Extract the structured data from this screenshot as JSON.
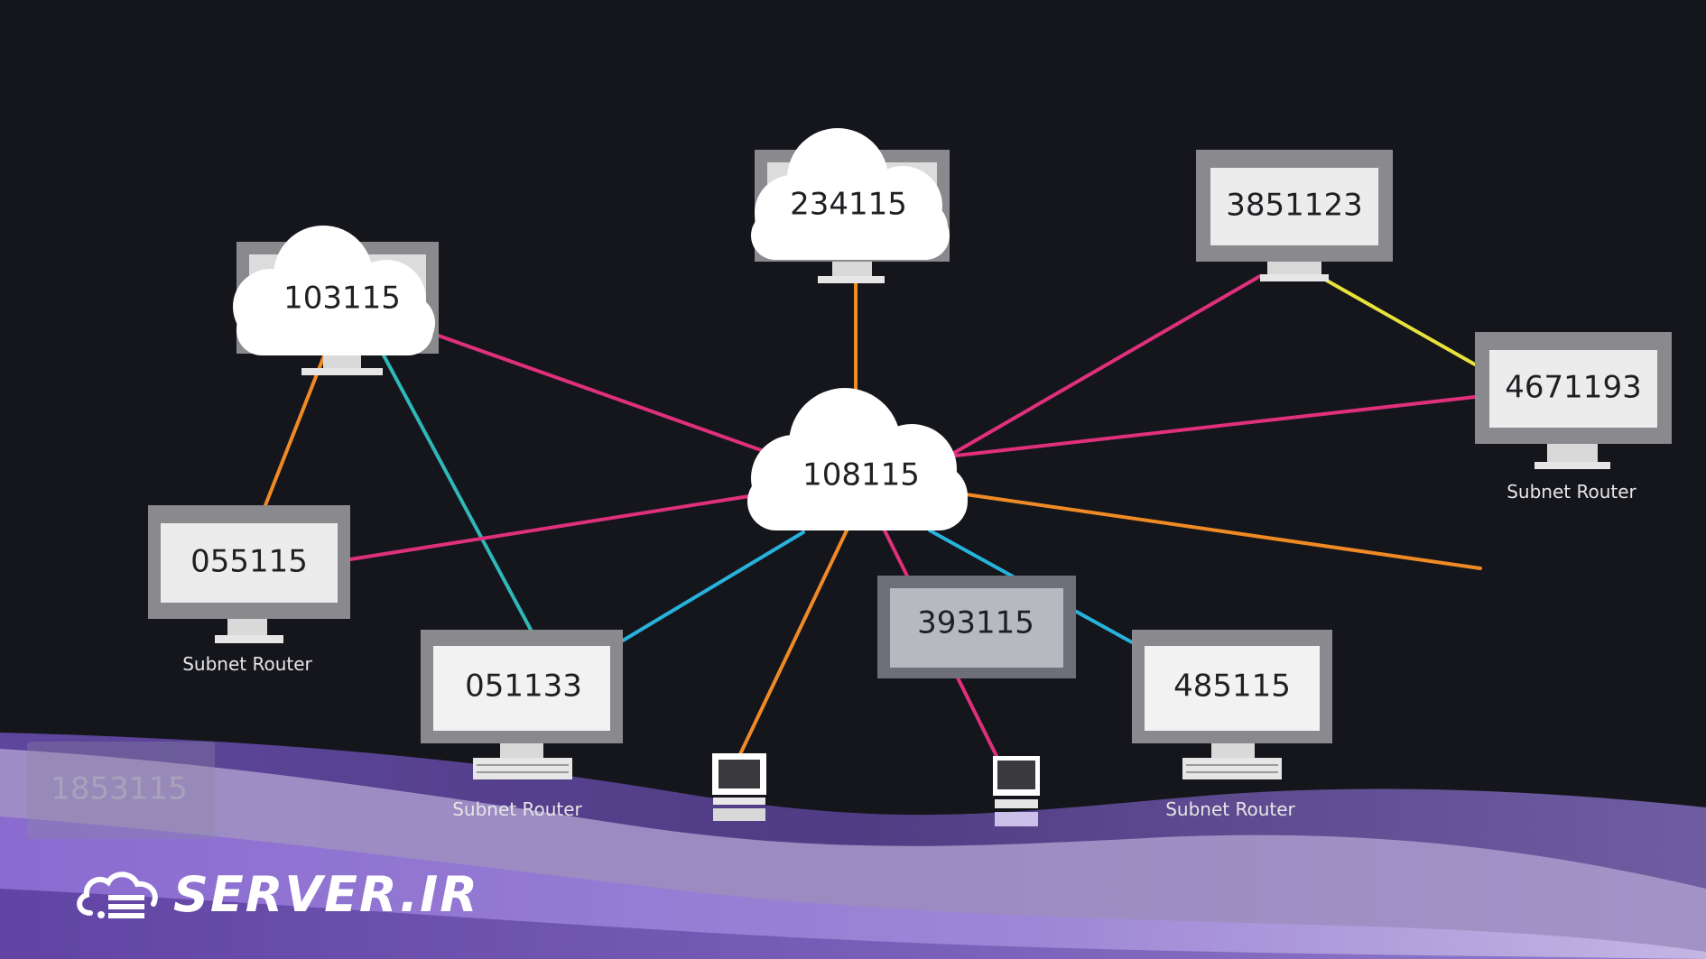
{
  "diagram": {
    "hub": {
      "label": "108115"
    },
    "nodes": [
      {
        "id": "n103115",
        "label": "103115",
        "kind": "cloud-monitor",
        "caption": ""
      },
      {
        "id": "n234115",
        "label": "234115",
        "kind": "cloud-monitor",
        "caption": ""
      },
      {
        "id": "n3851123",
        "label": "3851123",
        "kind": "monitor",
        "caption": ""
      },
      {
        "id": "n4671193",
        "label": "4671193",
        "kind": "monitor",
        "caption": "Subnet Router"
      },
      {
        "id": "n055115",
        "label": "055115",
        "kind": "monitor",
        "caption": "Subnet Router"
      },
      {
        "id": "n051133",
        "label": "051133",
        "kind": "monitor-keyboard",
        "caption": "Subnet Router"
      },
      {
        "id": "n393115",
        "label": "393115",
        "kind": "monitor-dim",
        "caption": ""
      },
      {
        "id": "n485115",
        "label": "485115",
        "kind": "monitor-keyboard",
        "caption": "Subnet Router"
      },
      {
        "id": "n1853115",
        "label": "1853115",
        "kind": "ghost",
        "caption": ""
      }
    ],
    "link_colors": {
      "pink": "#e0307c",
      "orange": "#f08a24",
      "teal": "#2fb8b8",
      "cyan": "#27b3dd",
      "yellow": "#e8e23a"
    }
  },
  "brand": {
    "text": "SERVER.IR",
    "icon": "cloud-server-logo"
  },
  "colors": {
    "background": "#15161c",
    "wave_purple": "#7a5cc0",
    "wave_light": "#b9a9dc"
  }
}
